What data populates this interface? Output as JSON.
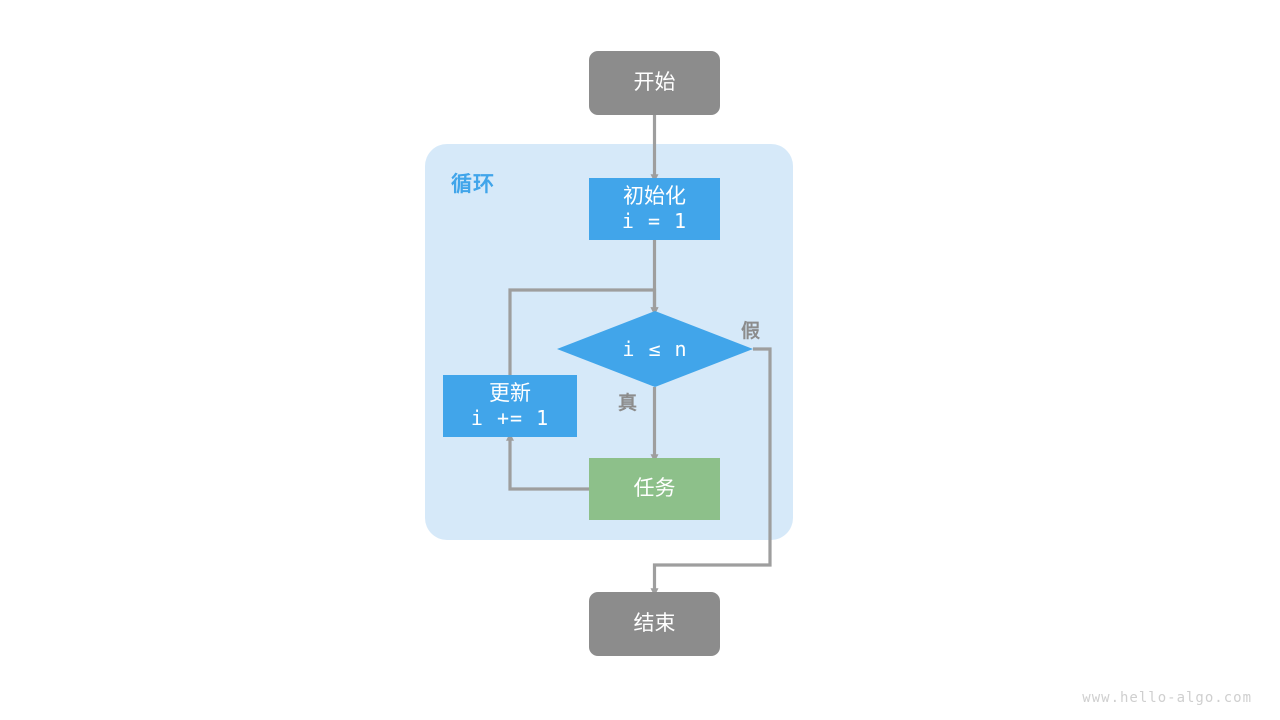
{
  "diagram": {
    "title": "for-loop-flowchart",
    "colors": {
      "terminal": "#8c8c8c",
      "process": "#41a5ea",
      "task": "#8dc08a",
      "container": "#d6e9f9",
      "connector": "#9e9e9e",
      "label": "#8c8c8c",
      "watermark": "#cfcfcf",
      "node_text": "#ffffff"
    },
    "container": {
      "label": "循环"
    },
    "nodes": {
      "start": {
        "label": "开始"
      },
      "init": {
        "label": "初始化",
        "code": "i = 1"
      },
      "decision": {
        "label": "i ≤ n"
      },
      "update": {
        "label": "更新",
        "code": "i += 1"
      },
      "task": {
        "label": "任务"
      },
      "end": {
        "label": "结束"
      }
    },
    "branches": {
      "true_label": "真",
      "false_label": "假"
    },
    "watermark": "www.hello-algo.com"
  }
}
